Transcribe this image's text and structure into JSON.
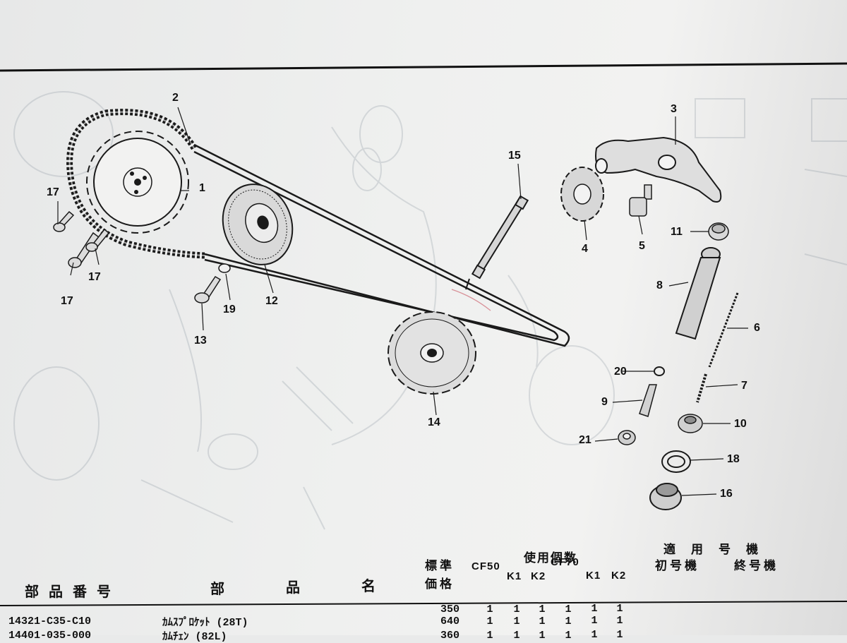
{
  "diagram": {
    "callouts": [
      "1",
      "2",
      "3",
      "4",
      "5",
      "6",
      "7",
      "8",
      "9",
      "10",
      "11",
      "12",
      "13",
      "14",
      "15",
      "16",
      "17",
      "17",
      "17",
      "18",
      "19",
      "20",
      "21"
    ]
  },
  "table": {
    "headers": {
      "part_number": "部品番号",
      "part_name": "部品名",
      "name_char_1": "部",
      "name_char_2": "品",
      "name_char_3": "名",
      "price_top": "標準",
      "price_bottom": "価格",
      "usage": "使用個数",
      "applicable": "適用号機",
      "first_serial": "初号機",
      "last_serial": "終号機",
      "models": [
        "CF50",
        "CF70"
      ],
      "sub_models": [
        "K1",
        "K2",
        "K1",
        "K2"
      ]
    },
    "rows": [
      {
        "price": "350",
        "qty": [
          "1",
          "1",
          "1",
          "1",
          "1",
          "1"
        ],
        "part_number": "",
        "name": ""
      },
      {
        "price": "640",
        "qty": [
          "1",
          "1",
          "1",
          "1",
          "1",
          "1"
        ],
        "part_number": "14321-C35-C10",
        "name": "ｶﾑｽﾌﾟﾛｹｯﾄ (28T)"
      },
      {
        "price": "360",
        "qty": [
          "1",
          "1",
          "1",
          "1",
          "1",
          "1"
        ],
        "part_number": "14401-035-000",
        "name": "ｶﾑﾁｪﾝ (82L)"
      }
    ]
  }
}
